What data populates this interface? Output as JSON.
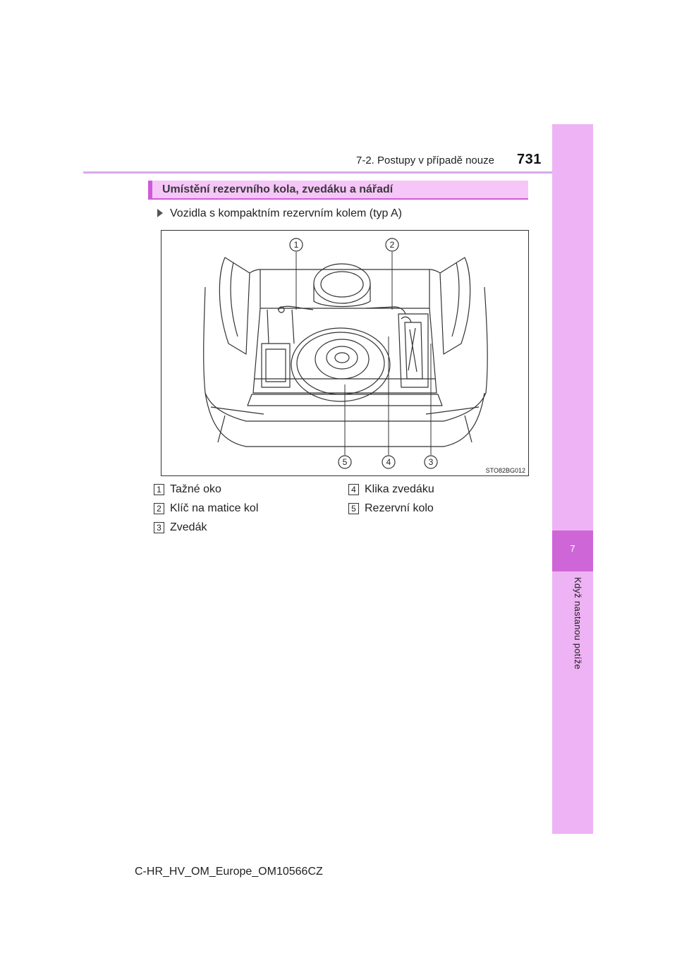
{
  "header": {
    "section": "7-2. Postupy v případě nouze",
    "page_number": "731"
  },
  "side_tab": {
    "chapter_number": "7",
    "chapter_title": "Když nastanou potíže"
  },
  "section": {
    "title": "Umístění rezervního kola, zvedáku a nářadí",
    "variant": "Vozidla s kompaktním rezervním kolem (typ A)"
  },
  "figure": {
    "code": "STO82BG012",
    "callouts": [
      "1",
      "2",
      "5",
      "4",
      "3"
    ]
  },
  "legend": [
    {
      "num": "1",
      "label": "Tažné oko"
    },
    {
      "num": "2",
      "label": "Klíč na matice kol"
    },
    {
      "num": "3",
      "label": "Zvedák"
    },
    {
      "num": "4",
      "label": "Klika zvedáku"
    },
    {
      "num": "5",
      "label": "Rezervní kolo"
    }
  ],
  "footer": {
    "doc_id": "C-HR_HV_OM_Europe_OM10566CZ"
  },
  "colors": {
    "tab": "#edb3f4",
    "tab_dark": "#cf66d8",
    "section_bar": "#f6c6f9",
    "accent": "#cf5bd9"
  }
}
